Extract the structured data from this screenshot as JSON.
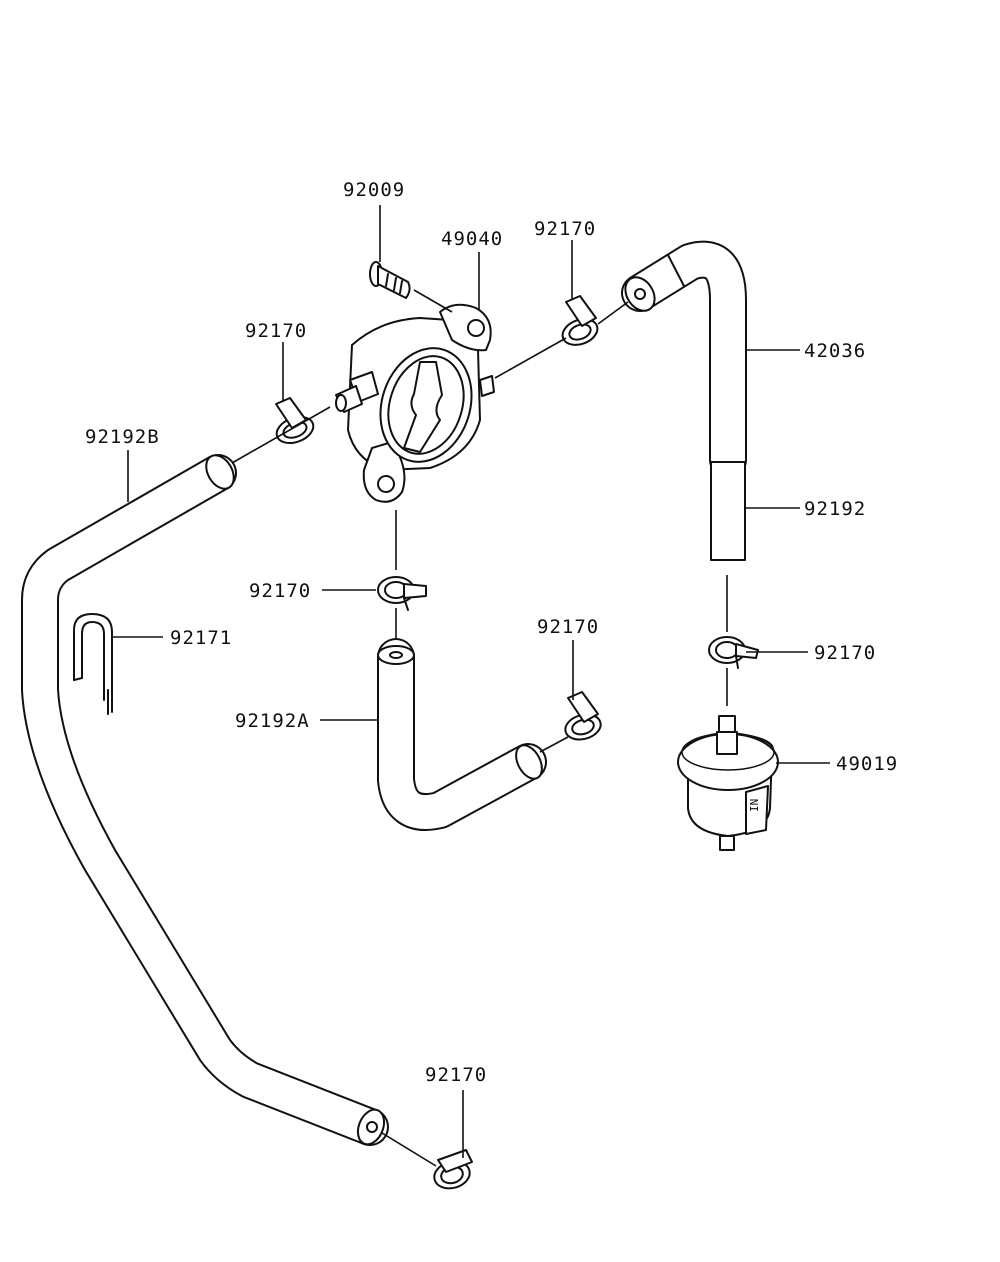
{
  "labels": {
    "screw_top": "92009",
    "valve": "49040",
    "clamp_top_right": "92170",
    "clamp_valve_left": "92170",
    "hose_elbow_top": "42036",
    "hose_long": "92192B",
    "hose_straight_right": "92192",
    "clamp_valve_bottom": "92170",
    "clip": "92171",
    "clamp_mid": "92170",
    "clamp_right_mid": "92170",
    "hose_short_elbow": "92192A",
    "filter": "49019",
    "clamp_bottom": "92170"
  },
  "filter_marking": "IN"
}
